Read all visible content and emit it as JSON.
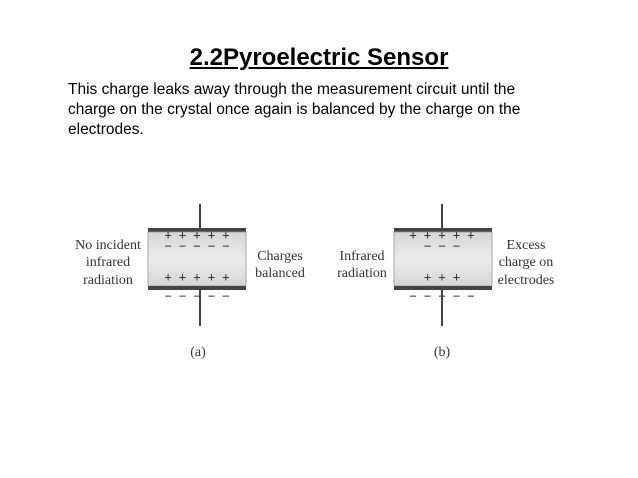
{
  "slide": {
    "title": "2.2Pyroelectric Sensor",
    "body_lines": [
      "This charge leaks away through the measurement circuit until the",
      "charge on the crystal once again is balanced by the charge on the",
      "electrodes."
    ]
  },
  "figure": {
    "a": {
      "left_label": [
        "No incident",
        "infrared",
        "radiation"
      ],
      "right_label": [
        "Charges",
        "balanced"
      ],
      "top_electrode_signs": "+ + + + +",
      "crystal_top_signs": "− − − − −",
      "crystal_bottom_signs": "+ + + + +",
      "bottom_electrode_signs": "− − − − −",
      "caption": "(a)"
    },
    "b": {
      "left_label": [
        "Infrared",
        "radiation"
      ],
      "right_label": [
        "Excess",
        "charge on",
        "electrodes"
      ],
      "top_electrode_signs": "+ + + + +",
      "crystal_top_signs": "− − −",
      "crystal_bottom_signs": "+ + +",
      "bottom_electrode_signs": "− − − − −",
      "caption": "(b)"
    }
  }
}
